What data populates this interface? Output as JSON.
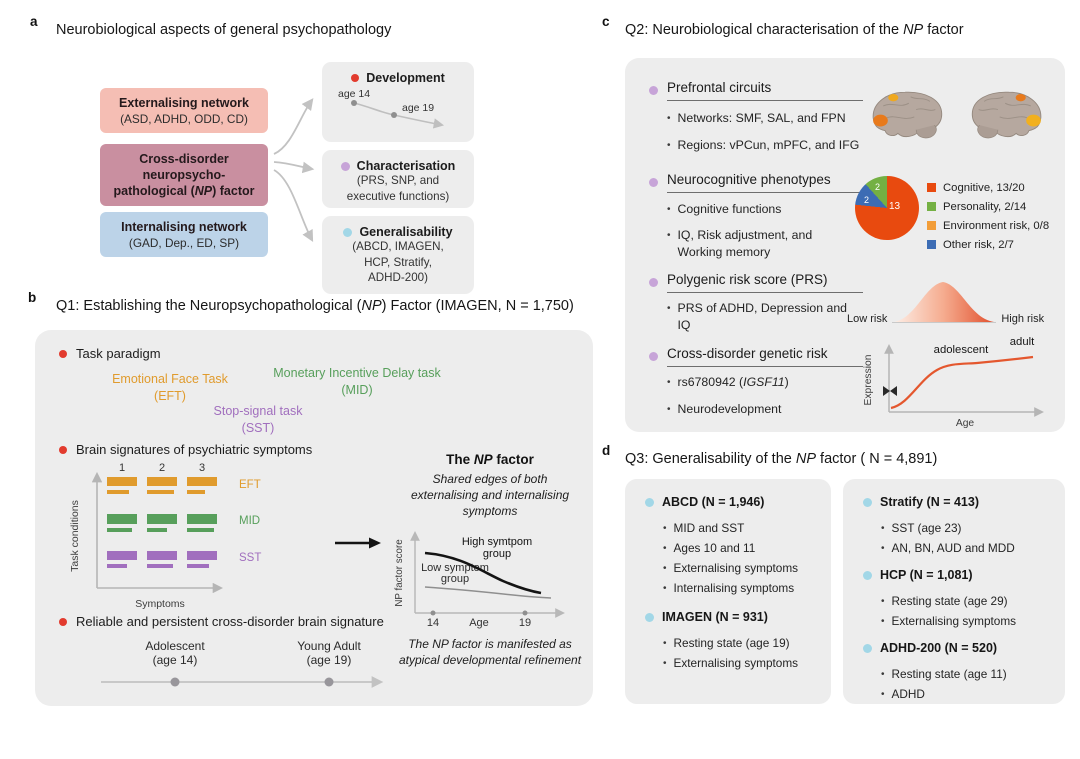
{
  "colors": {
    "externalising_bg": "#f5beb4",
    "np_factor_bg": "#c98fa0",
    "internalising_bg": "#bcd3e8",
    "panel_bg": "#ededed",
    "eft_orange": "#e09b2d",
    "mid_green": "#579f5b",
    "sst_purple": "#a16fbe",
    "red_bullet": "#e23b2e",
    "purple_bullet": "#c7a4d8",
    "blue_bullet": "#a2d7e7",
    "pie_cognitive": "#e84a0f",
    "pie_personality": "#74b043",
    "pie_environment": "#f29d38",
    "pie_other": "#3c6cb4",
    "expression_line": "#e4572e"
  },
  "panel_a": {
    "label": "a",
    "title": "Neurobiological aspects of general psychopathology",
    "externalising": {
      "title": "Externalising network",
      "subtitle": "(ASD, ADHD, ODD, CD)"
    },
    "np_factor": {
      "line1": "Cross-disorder",
      "line2": "neuropsycho-",
      "line3_pre": "pathological (",
      "np": "NP",
      "line3_post": ") factor"
    },
    "internalising": {
      "title": "Internalising network",
      "subtitle": "(GAD, Dep., ED, SP)"
    },
    "development": {
      "title": "Development",
      "age_start": "age 14",
      "age_end": "age 19"
    },
    "characterisation": {
      "title": "Characterisation",
      "sub1": "(PRS, SNP, and",
      "sub2": "executive functions)"
    },
    "generalisability": {
      "title": "Generalisability",
      "sub1": "(ABCD, IMAGEN,",
      "sub2": "HCP, Stratify,",
      "sub3": "ADHD-200)"
    }
  },
  "panel_b": {
    "label": "b",
    "title": {
      "pre": "Q1: Establishing the Neuropsychopathological (",
      "np": "NP",
      "post": ") Factor (IMAGEN, N = 1,750)"
    },
    "task_heading": "Task paradigm",
    "eft1": "Emotional Face Task",
    "eft2": "(EFT)",
    "mid1": "Monetary Incentive Delay task",
    "mid2": "(MID)",
    "sst1": "Stop-signal task",
    "sst2": "(SST)",
    "signatures_heading": "Brain signatures of psychiatric symptoms",
    "matrix": {
      "y_axis": "Task conditions",
      "x_axis": "Symptoms",
      "col1": "1",
      "col2": "2",
      "col3": "3",
      "row_eft": "EFT",
      "row_mid": "MID",
      "row_sst": "SST"
    },
    "np": {
      "title_pre": "The ",
      "title_np": "NP",
      "title_post": " factor",
      "subtitle": "Shared edges of both externalising and internalising symptoms",
      "caption": "The NP factor is manifested as atypical developmental refinement"
    },
    "np_chart": {
      "y_axis": "NP factor score",
      "x_axis": "Age",
      "tick_start": "14",
      "tick_end": "19",
      "high1": "High symtpom",
      "high2": "group",
      "low1": "Low symptom",
      "low2": "group"
    },
    "persistence_heading": "Reliable and persistent cross-disorder brain signature",
    "timeline": {
      "start1": "Adolescent",
      "start2": "(age 14)",
      "end1": "Young Adult",
      "end2": "(age 19)"
    }
  },
  "panel_c": {
    "label": "c",
    "title": {
      "pre": "Q2: Neurobiological characterisation of the ",
      "np": "NP",
      "post": " factor"
    },
    "prefrontal": {
      "heading": "Prefrontal circuits",
      "item1": "Networks: SMF, SAL, and FPN",
      "item2": "Regions: vPCun, mPFC, and IFG"
    },
    "neurocognitive": {
      "heading": "Neurocognitive phenotypes",
      "item1": "Cognitive functions",
      "item2": "IQ, Risk adjustment, and Working memory"
    },
    "pie": {
      "label_cognitive": "13",
      "label_personality": "2",
      "label_other": "2",
      "legend": [
        {
          "label": "Cognitive, 13/20"
        },
        {
          "label": "Personality, 2/14"
        },
        {
          "label": "Environment risk, 0/8"
        },
        {
          "label": "Other risk, 2/7"
        }
      ]
    },
    "prs": {
      "heading": "Polygenic risk score (PRS)",
      "item1": "PRS of ADHD, Depression and IQ",
      "low": "Low risk",
      "high": "High risk"
    },
    "genetic": {
      "heading": "Cross-disorder genetic risk",
      "item1_pre": "rs6780942 (",
      "item1_gene": "IGSF11",
      "item1_post": ")",
      "item2": "Neurodevelopment"
    },
    "expression": {
      "y_axis": "Expression",
      "x_axis": "Age",
      "adolescent": "adolescent",
      "adult": "adult"
    }
  },
  "panel_d": {
    "label": "d",
    "title": {
      "pre": "Q3: Generalisability of the ",
      "np": "NP",
      "post": " factor ( N = 4,891)"
    },
    "left_groups": [
      {
        "heading": "ABCD (N = 1,946)",
        "items": [
          "MID and SST",
          "Ages 10 and 11",
          "Externalising symptoms",
          "Internalising symptoms"
        ]
      },
      {
        "heading": "IMAGEN (N = 931)",
        "items": [
          "Resting state (age 19)",
          "Externalising symptoms"
        ]
      }
    ],
    "right_groups": [
      {
        "heading": "Stratify (N = 413)",
        "items": [
          "SST (age 23)",
          "AN, BN, AUD and MDD"
        ]
      },
      {
        "heading": "HCP (N = 1,081)",
        "items": [
          "Resting state (age 29)",
          "Externalising symptoms"
        ]
      },
      {
        "heading": "ADHD-200 (N = 520)",
        "items": [
          "Resting state (age 11)",
          "ADHD"
        ]
      }
    ]
  },
  "chart_data": {
    "type": "pie",
    "categories": [
      "Cognitive",
      "Personality",
      "Environment risk",
      "Other risk"
    ],
    "values": [
      13,
      2,
      0,
      2
    ],
    "denominators": [
      20,
      14,
      8,
      7
    ],
    "colors": [
      "#e84a0f",
      "#74b043",
      "#f29d38",
      "#3c6cb4"
    ],
    "legend_position": "right"
  }
}
